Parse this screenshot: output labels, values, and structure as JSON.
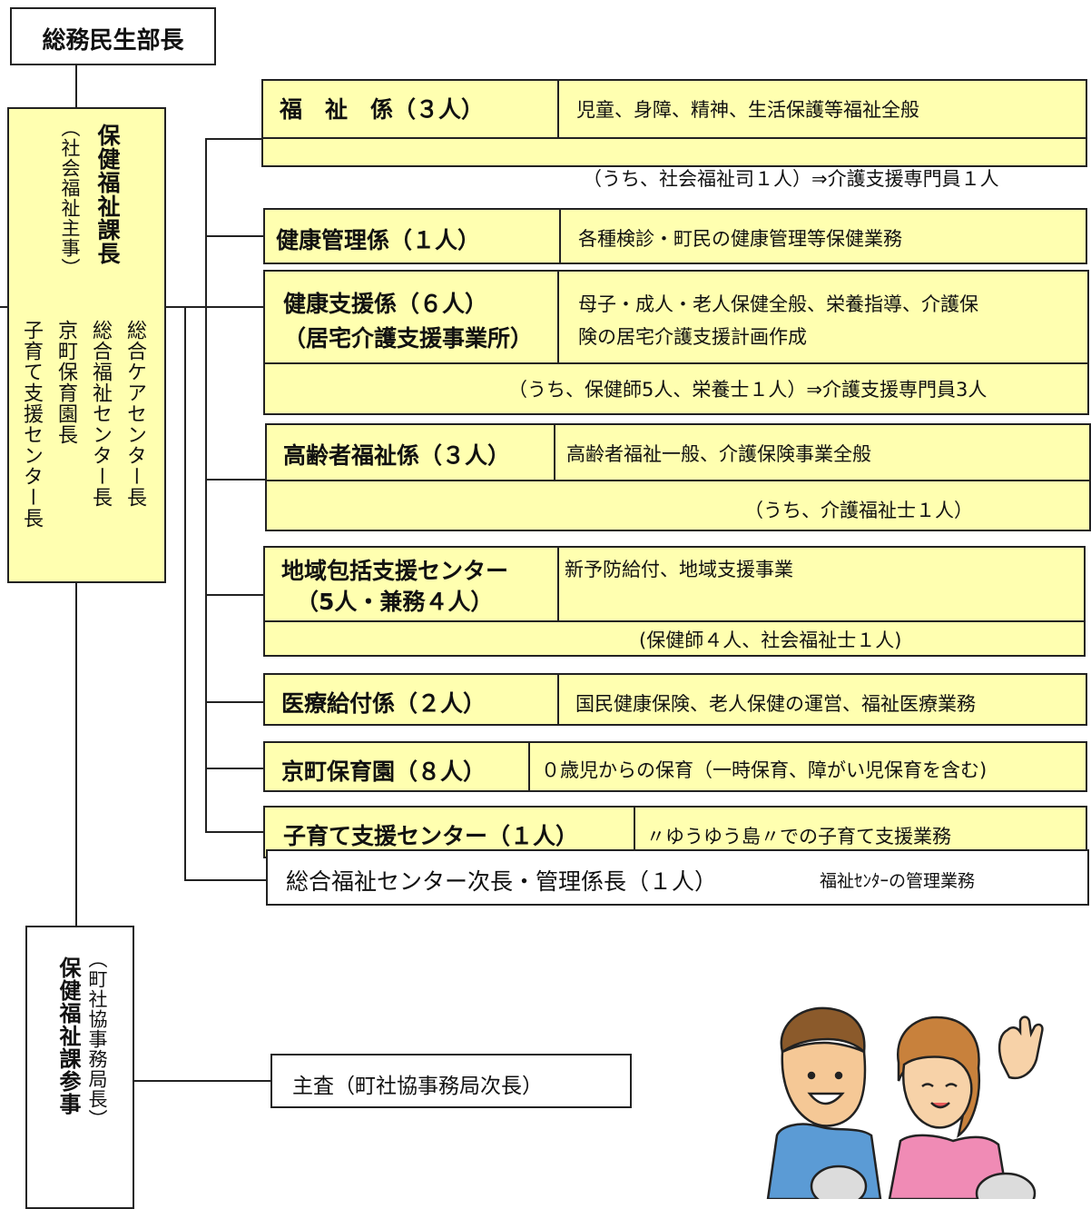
{
  "top": {
    "title": "総務民生部長"
  },
  "manager": {
    "title": "保健福祉課長",
    "subtitle": "（社会福祉主事）",
    "roles": [
      "総合ケアセンター長",
      "総合福祉センター長",
      "京町保育園長",
      "子育て支援センター長"
    ]
  },
  "units": [
    {
      "name": "福　祉　係（３人）",
      "duty": "児童、身障、精神、生活保護等福祉全般",
      "note": "（うち、社会福祉司１人）⇒介護支援専門員１人"
    },
    {
      "name": "健康管理係（１人）",
      "duty": "各種検診・町民の健康管理等保健業務"
    },
    {
      "name": "健康支援係（６人）",
      "name2": "（居宅介護支援事業所）",
      "duty": "母子・成人・老人保健全般、栄養指導、介護保",
      "duty2": "険の居宅介護支援計画作成",
      "note": "（うち、保健師5人、栄養士１人）⇒介護支援専門員3人"
    },
    {
      "name": "高齢者福祉係（３人）",
      "duty": "高齢者福祉一般、介護保険事業全般",
      "note": "（うち、介護福祉士１人）"
    },
    {
      "name": "地域包括支援センター",
      "name2": "（5人・兼務４人）",
      "duty": "新予防給付、地域支援事業",
      "note": "(保健師４人、社会福祉士１人)"
    },
    {
      "name": "医療給付係（２人）",
      "duty": "国民健康保険、老人保健の運営、福祉医療業務"
    },
    {
      "name": "京町保育園（８人）",
      "duty": "０歳児からの保育（一時保育、障がい児保育を含む)"
    },
    {
      "name": "子育て支援センター（１人）",
      "duty": "〃ゆうゆう島〃での子育て支援業務"
    },
    {
      "name": "総合福祉センター次長・管理係長（１人）",
      "duty": "福祉ｾﾝﾀｰの管理業務"
    }
  ],
  "councilor": {
    "title": "保健福祉課参事",
    "subtitle": "（町社協事務局長）",
    "sub_unit": "主査（町社協事務局次長）"
  }
}
